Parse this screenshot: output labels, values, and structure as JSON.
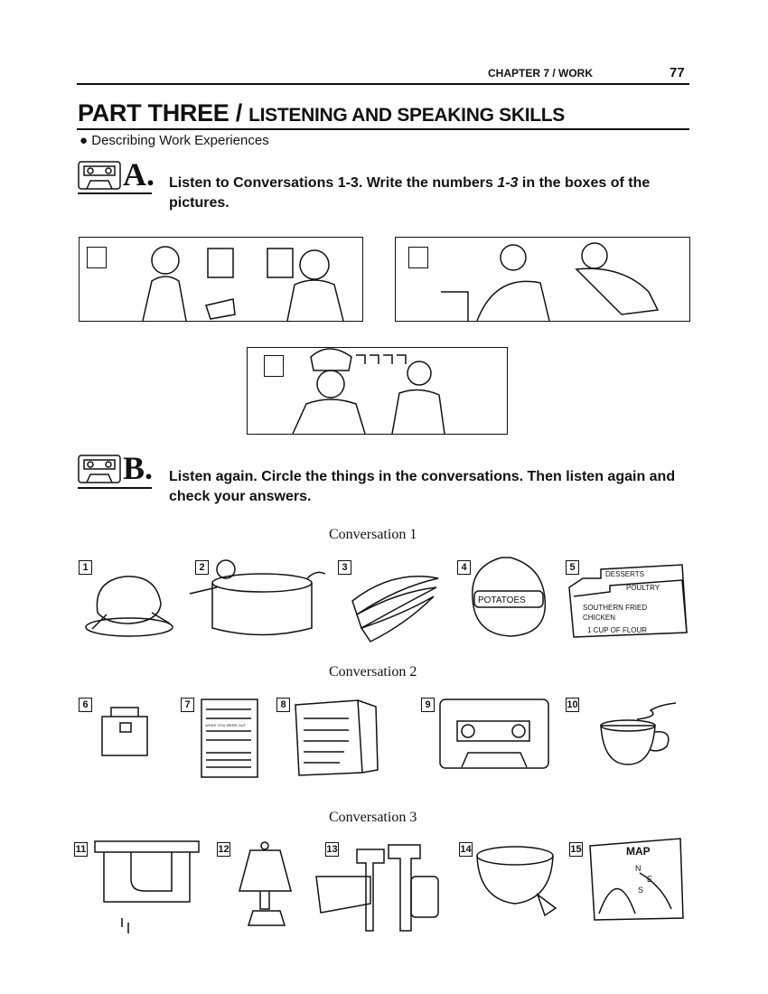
{
  "header": {
    "chapter": "CHAPTER 7 / WORK",
    "page_number": "77"
  },
  "title": {
    "main": "PART THREE /",
    "sub": "LISTENING AND SPEAKING SKILLS"
  },
  "subtitle": "Describing Work Experiences",
  "section_a": {
    "letter": "A.",
    "instruction_1": "Listen to Conversations 1-3. Write the numbers ",
    "instruction_italic": "1-3",
    "instruction_2": " in the boxes of the pictures."
  },
  "section_b": {
    "letter": "B.",
    "instruction": "Listen again. Circle the things in the conversations. Then listen again and check your answers."
  },
  "conversations": [
    {
      "label": "Conversation 1",
      "items": [
        {
          "num": "1",
          "name": "roast-chicken"
        },
        {
          "num": "2",
          "name": "cooking-pot"
        },
        {
          "num": "3",
          "name": "bananas"
        },
        {
          "num": "4",
          "name": "potato-bag",
          "text": "POTATOES"
        },
        {
          "num": "5",
          "name": "recipe-cards",
          "tab1": "DESSERTS",
          "tab2": "POULTRY",
          "line1": "SOUTHERN FRIED",
          "line2": "CHICKEN",
          "line3": "1 CUP OF FLOUR"
        }
      ]
    },
    {
      "label": "Conversation 2",
      "items": [
        {
          "num": "6",
          "name": "cash-box"
        },
        {
          "num": "7",
          "name": "message-pad",
          "text": "WHILE YOU WERE OUT"
        },
        {
          "num": "8",
          "name": "papers"
        },
        {
          "num": "9",
          "name": "cassette"
        },
        {
          "num": "10",
          "name": "coffee-cup"
        }
      ]
    },
    {
      "label": "Conversation 3",
      "items": [
        {
          "num": "11",
          "name": "leaking-pipe"
        },
        {
          "num": "12",
          "name": "lamp"
        },
        {
          "num": "13",
          "name": "tools"
        },
        {
          "num": "14",
          "name": "broken-bowl"
        },
        {
          "num": "15",
          "name": "map",
          "text": "MAP",
          "n": "N",
          "e": "E",
          "s": "S"
        }
      ]
    }
  ]
}
